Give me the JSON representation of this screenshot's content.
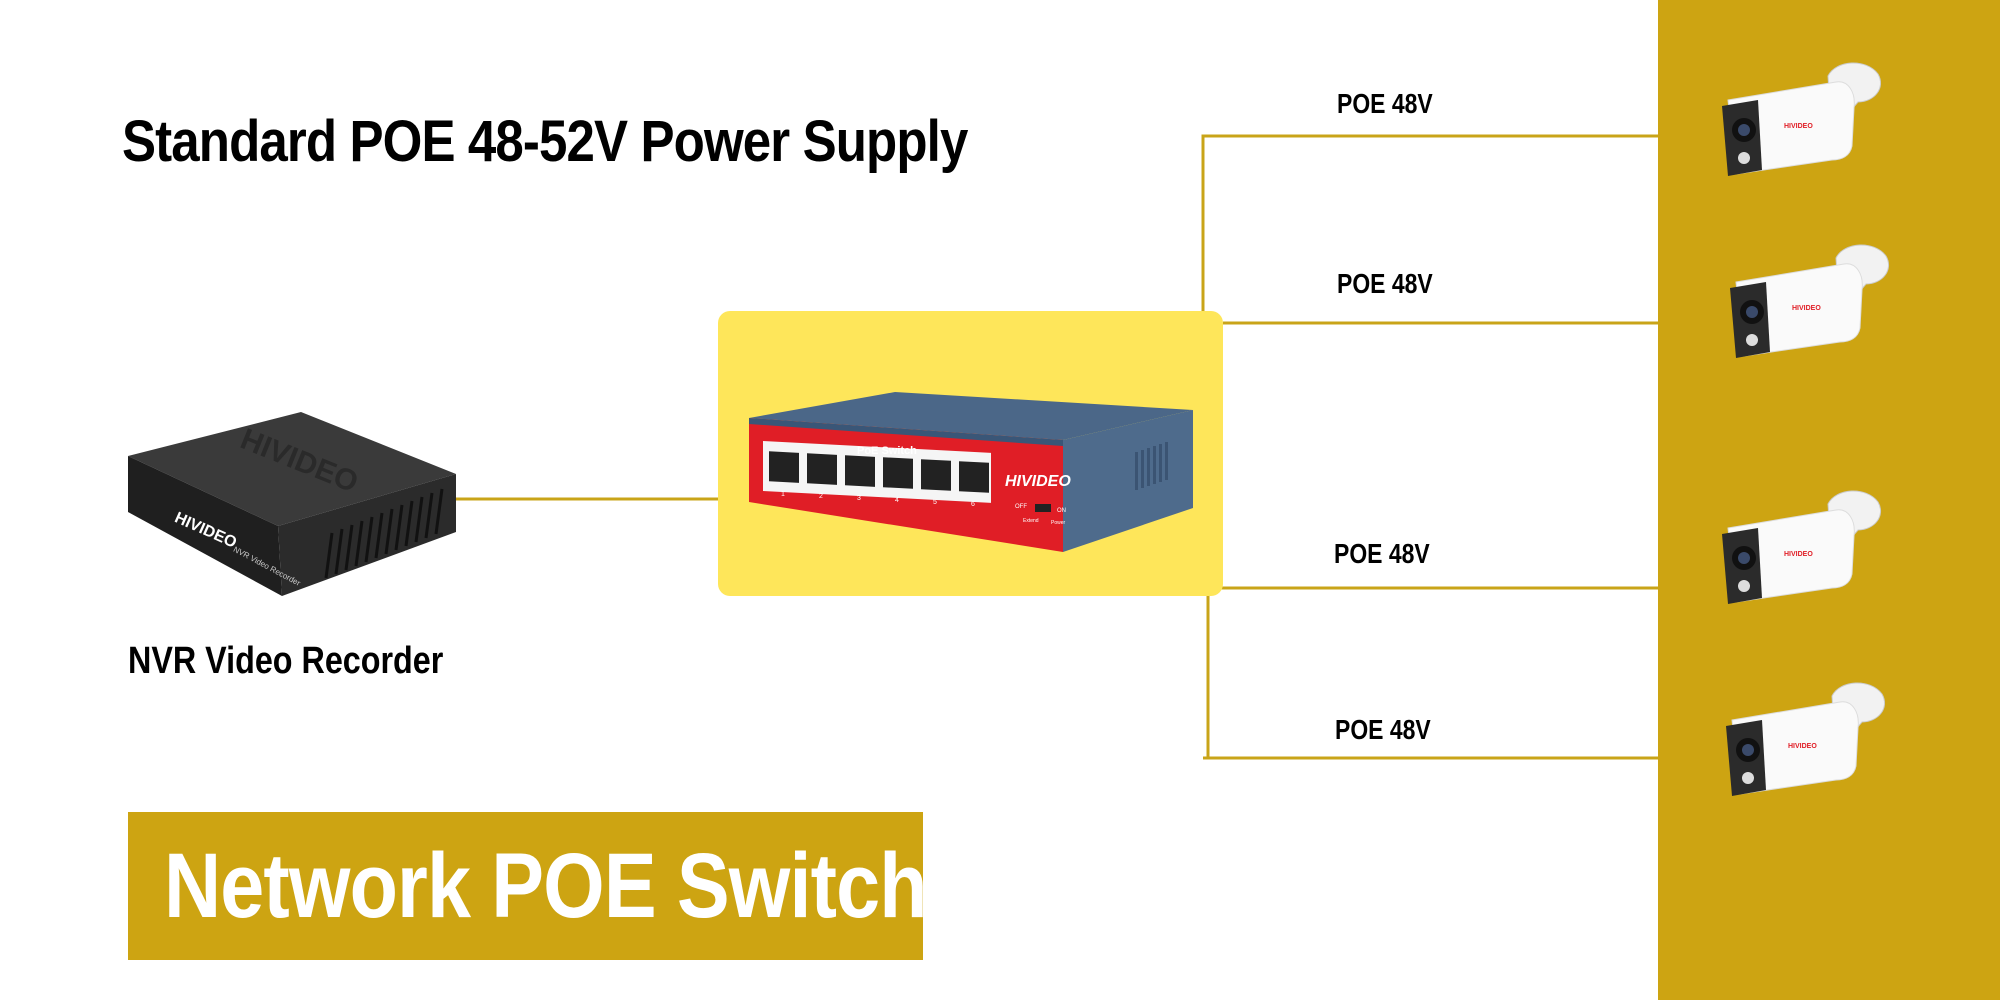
{
  "headline": "Standard POE 48-52V Power Supply",
  "nvr": {
    "label": "NVR Video Recorder",
    "brand": "HIVIDEO",
    "sublabel": "NVR Video Recorder"
  },
  "switch": {
    "title": "PoE Switch",
    "brand": "HIVIDEO",
    "ports": [
      "1",
      "2",
      "3",
      "4",
      "5",
      "6"
    ],
    "toggle_off": "OFF",
    "toggle_on": "ON",
    "extend": "Extend",
    "power": "Power"
  },
  "poe_labels": [
    "POE 48V",
    "POE 48V",
    "POE 48V",
    "POE 48V"
  ],
  "camera_brand": "HIVIDEO",
  "banner": "Network POE Switch",
  "colors": {
    "accent": "#CDA412",
    "switch_highlight": "#FEE65A",
    "wire": "#C9A418",
    "switch_red": "#E01E26",
    "switch_body": "#4E6B8C"
  }
}
